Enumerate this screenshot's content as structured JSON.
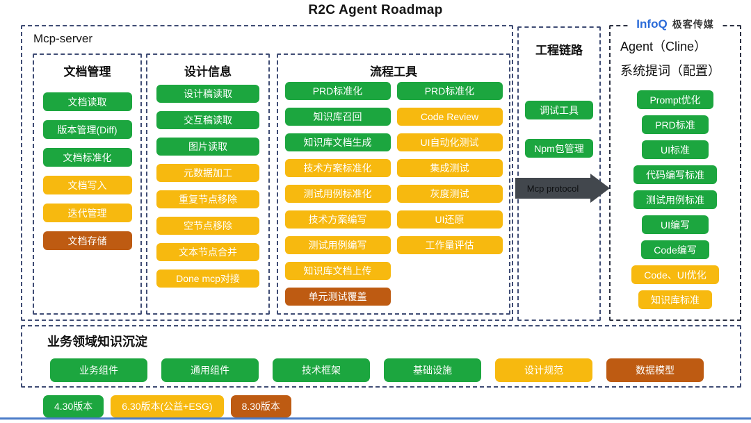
{
  "title": "R2C Agent Roadmap",
  "colors": {
    "green": "#1CA63F",
    "yellow": "#F7B90F",
    "orange": "#BE5B12",
    "border": "#3F4C74",
    "border_dark": "#2C3142",
    "arrow_gray": "#42474D",
    "infoq_blue": "#2B6BD8",
    "bottom_line_blue": "#4A7BC8"
  },
  "mcp_server": {
    "label": "Mcp-server",
    "doc_column": {
      "title": "文档管理",
      "items": [
        {
          "label": "文档读取",
          "color": "green"
        },
        {
          "label": "版本管理(Diff)",
          "color": "green"
        },
        {
          "label": "文档标准化",
          "color": "green"
        },
        {
          "label": "文档写入",
          "color": "yellow"
        },
        {
          "label": "迭代管理",
          "color": "yellow"
        },
        {
          "label": "文档存储",
          "color": "orange"
        }
      ]
    },
    "design_column": {
      "title": "设计信息",
      "items": [
        {
          "label": "设计稿读取",
          "color": "green"
        },
        {
          "label": "交互稿读取",
          "color": "green"
        },
        {
          "label": "图片读取",
          "color": "green"
        },
        {
          "label": "元数据加工",
          "color": "yellow"
        },
        {
          "label": "重复节点移除",
          "color": "yellow"
        },
        {
          "label": "空节点移除",
          "color": "yellow"
        },
        {
          "label": "文本节点合并",
          "color": "yellow"
        },
        {
          "label": "Done mcp对接",
          "color": "yellow"
        }
      ]
    },
    "flow_column": {
      "title": "流程工具",
      "left_items": [
        {
          "label": "PRD标准化",
          "color": "green"
        },
        {
          "label": "知识库召回",
          "color": "green"
        },
        {
          "label": "知识库文档生成",
          "color": "green"
        },
        {
          "label": "技术方案标准化",
          "color": "yellow"
        },
        {
          "label": "测试用例标准化",
          "color": "yellow"
        },
        {
          "label": "技术方案编写",
          "color": "yellow"
        },
        {
          "label": "测试用例编写",
          "color": "yellow"
        },
        {
          "label": "知识库文档上传",
          "color": "yellow"
        },
        {
          "label": "单元测试覆盖",
          "color": "orange"
        }
      ],
      "right_items": [
        {
          "label": "PRD标准化",
          "color": "green"
        },
        {
          "label": "Code Review",
          "color": "yellow"
        },
        {
          "label": "UI自动化测试",
          "color": "yellow"
        },
        {
          "label": "集成测试",
          "color": "yellow"
        },
        {
          "label": "灰度测试",
          "color": "yellow"
        },
        {
          "label": "UI还原",
          "color": "yellow"
        },
        {
          "label": "工作量评估",
          "color": "yellow"
        }
      ]
    }
  },
  "engineering": {
    "title": "工程链路",
    "items": [
      {
        "label": "调试工具",
        "color": "green"
      },
      {
        "label": "Npm包管理",
        "color": "green"
      }
    ],
    "arrow_label": "Mcp protocol"
  },
  "agent": {
    "logo": {
      "infoq": "InfoQ",
      "media": "极客传媒"
    },
    "title_line1": "Agent（Cline）",
    "title_line2": "系统提词（配置）",
    "items": [
      {
        "label": "Prompt优化",
        "color": "green"
      },
      {
        "label": "PRD标准",
        "color": "green"
      },
      {
        "label": "UI标准",
        "color": "green"
      },
      {
        "label": "代码编写标准",
        "color": "green"
      },
      {
        "label": "测试用例标准",
        "color": "green"
      },
      {
        "label": "UI编写",
        "color": "green"
      },
      {
        "label": "Code编写",
        "color": "green"
      },
      {
        "label": "Code、UI优化",
        "color": "yellow"
      },
      {
        "label": "知识库标准",
        "color": "yellow"
      }
    ]
  },
  "knowledge": {
    "title": "业务领域知识沉淀",
    "items": [
      {
        "label": "业务组件",
        "color": "green"
      },
      {
        "label": "通用组件",
        "color": "green"
      },
      {
        "label": "技术框架",
        "color": "green"
      },
      {
        "label": "基础设施",
        "color": "green"
      },
      {
        "label": "设计规范",
        "color": "yellow"
      },
      {
        "label": "数据模型",
        "color": "orange"
      }
    ]
  },
  "versions": [
    {
      "label": "4.30版本",
      "color": "green"
    },
    {
      "label": "6.30版本(公益+ESG)",
      "color": "yellow"
    },
    {
      "label": "8.30版本",
      "color": "orange"
    }
  ]
}
